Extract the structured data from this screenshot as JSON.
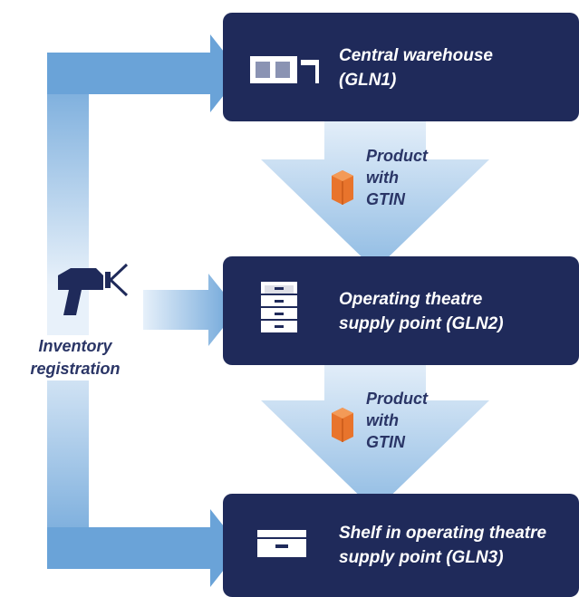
{
  "colors": {
    "box": "#1f2a5a",
    "flow_arrow": "#6aa3d8",
    "down_arrow": "#a9cbe9",
    "product_cube": "#e8742c",
    "text_dark": "#2a3566"
  },
  "nodes": [
    {
      "line1": "Central warehouse",
      "line2": "(GLN1)",
      "icon": "warehouse-icon"
    },
    {
      "line1": "Operating theatre",
      "line2": "supply point (GLN2)",
      "icon": "cabinet-icon"
    },
    {
      "line1": "Shelf in operating theatre",
      "line2": "supply point (GLN3)",
      "icon": "shelf-icon"
    }
  ],
  "transfers": [
    {
      "line1": "Product",
      "line2": "with",
      "line3": "GTIN",
      "icon": "product-box-icon"
    },
    {
      "line1": "Product",
      "line2": "with",
      "line3": "GTIN",
      "icon": "product-box-icon"
    }
  ],
  "scanner": {
    "icon": "barcode-scanner-icon",
    "line1": "Inventory",
    "line2": "registration"
  }
}
